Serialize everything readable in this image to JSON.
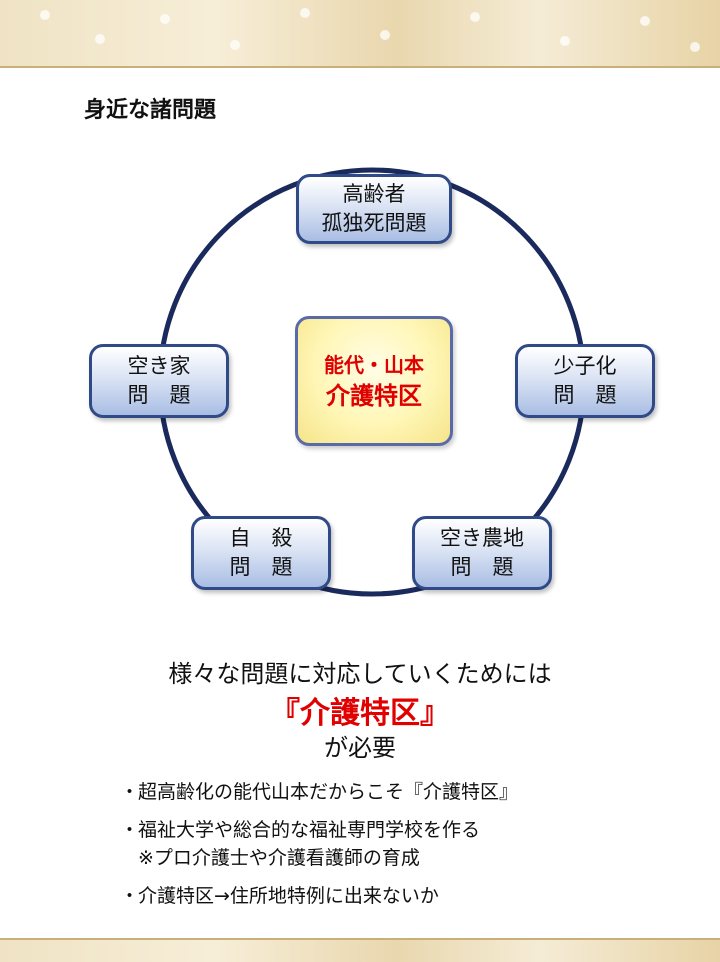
{
  "heading": "身近な諸問題",
  "center": {
    "line1": "能代・山本",
    "line2": "介護特区"
  },
  "nodes": {
    "top": {
      "line1": "高齢者",
      "line2": "孤独死問題"
    },
    "right": {
      "line1": "少子化",
      "line2": "問　題"
    },
    "bottom_right": {
      "line1": "空き農地",
      "line2": "問　題"
    },
    "bottom_left": {
      "line1": "自　殺",
      "line2": "問　題"
    },
    "left": {
      "line1": "空き家",
      "line2": "問　題"
    }
  },
  "message": {
    "line1": "様々な問題に対応していくためには",
    "line2": "『介護特区』",
    "line3": "が必要"
  },
  "bullets": [
    {
      "text": "超高齢化の能代山本だからこそ『介護特区』"
    },
    {
      "text": "福祉大学や総合的な福祉専門学校を作る",
      "sub": "※プロ介護士や介護看護師の育成"
    },
    {
      "text": "介護特区→住所地特例に出来ないか"
    }
  ],
  "bullet_mark": "・",
  "colors": {
    "ring": "#1b2a5c",
    "node_border": "#2f4a86",
    "accent_red": "#e00000",
    "band": "#efe3c4"
  }
}
